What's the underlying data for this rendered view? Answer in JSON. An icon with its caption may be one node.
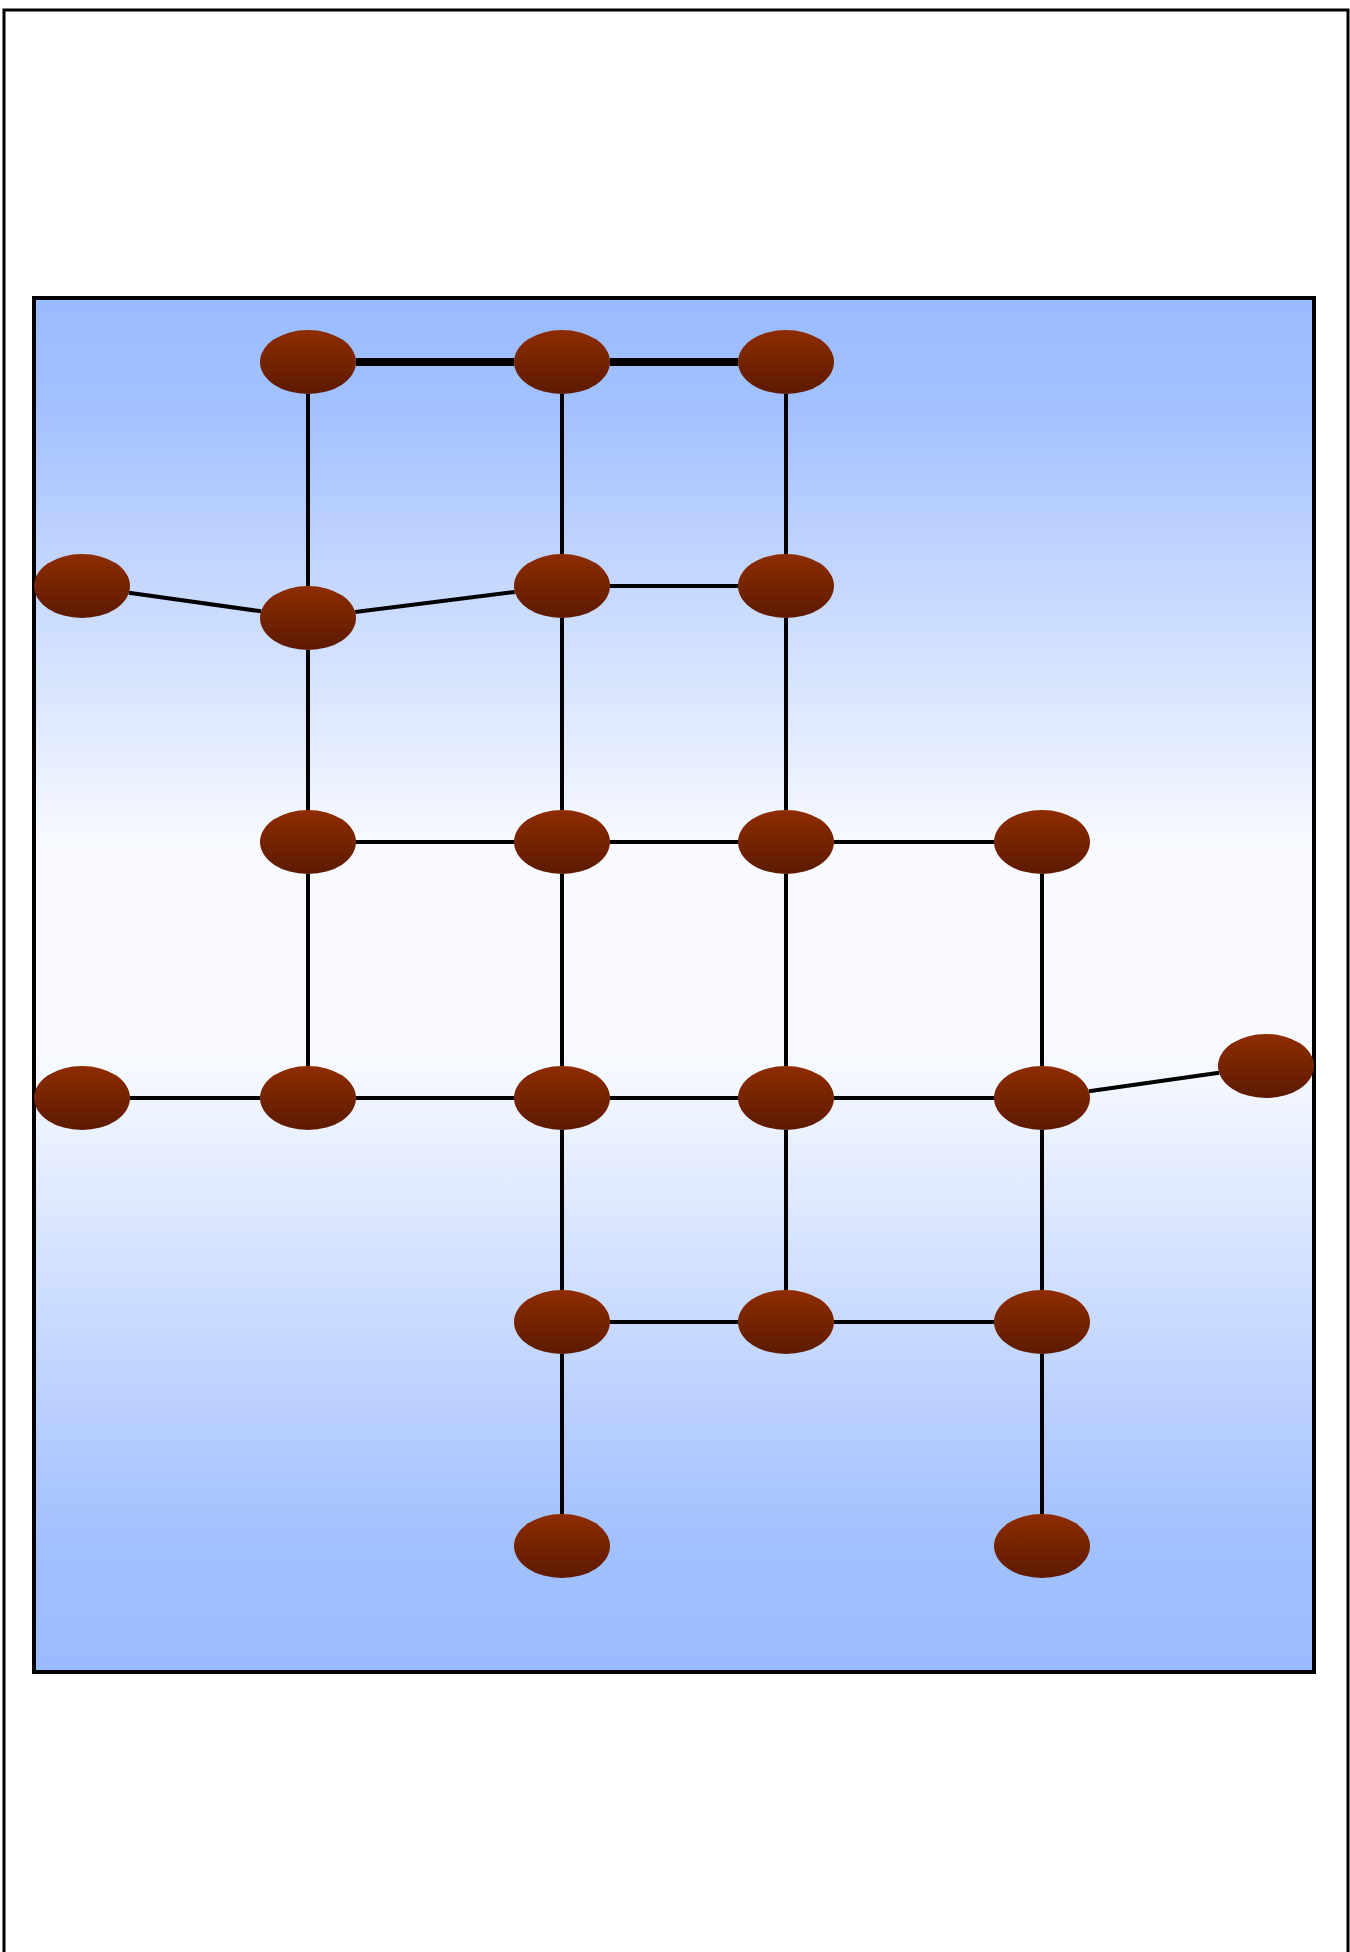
{
  "diagram": {
    "nodes": [
      {
        "text": [],
        "shape": "ellipse"
      },
      {
        "text": [],
        "shape": "ellipse"
      },
      {
        "text": [],
        "shape": "ellipse"
      },
      {
        "text": [],
        "shape": "ellipse"
      },
      {
        "text": [],
        "shape": "ellipse"
      },
      {
        "text": [],
        "shape": "ellipse"
      },
      {
        "text": [],
        "shape": "ellipse"
      },
      {
        "text": [],
        "shape": "ellipse"
      },
      {
        "text": [],
        "shape": "ellipse"
      },
      {
        "text": [],
        "shape": "ellipse"
      },
      {
        "text": [],
        "shape": "ellipse"
      },
      {
        "text": [],
        "shape": "ellipse"
      },
      {
        "text": [],
        "shape": "ellipse"
      },
      {
        "text": [],
        "shape": "ellipse"
      },
      {
        "text": [],
        "shape": "ellipse"
      },
      {
        "text": [],
        "shape": "ellipse"
      },
      {
        "text": [],
        "shape": "ellipse"
      },
      {
        "text": [],
        "shape": "ellipse"
      },
      {
        "text": [],
        "shape": "ellipse"
      },
      {
        "text": [],
        "shape": "ellipse"
      },
      {
        "text": [],
        "shape": "ellipse"
      },
      {
        "text": [],
        "shape": "ellipse"
      }
    ],
    "edges": [
      {
        "from": 0,
        "to": 1,
        "arrow": "none",
        "style": "thick"
      },
      {
        "from": 1,
        "to": 2,
        "arrow": "none",
        "style": "thick"
      },
      {
        "from": 0,
        "to": 4,
        "arrow": "none"
      },
      {
        "from": 1,
        "to": 5,
        "arrow": "none"
      },
      {
        "from": 2,
        "to": 6,
        "arrow": "none"
      },
      {
        "from": 3,
        "to": 4,
        "arrow": "none"
      },
      {
        "from": 4,
        "to": 5,
        "arrow": "none"
      },
      {
        "from": 5,
        "to": 6,
        "arrow": "none"
      },
      {
        "from": 4,
        "to": 7,
        "arrow": "none"
      },
      {
        "from": 5,
        "to": 8,
        "arrow": "none"
      },
      {
        "from": 6,
        "to": 9,
        "arrow": "none"
      },
      {
        "from": 7,
        "to": 8,
        "arrow": "none"
      },
      {
        "from": 8,
        "to": 9,
        "arrow": "none"
      },
      {
        "from": 9,
        "to": 10,
        "arrow": "none"
      },
      {
        "from": 7,
        "to": 12,
        "arrow": "none"
      },
      {
        "from": 8,
        "to": 13,
        "arrow": "none"
      },
      {
        "from": 9,
        "to": 14,
        "arrow": "none"
      },
      {
        "from": 10,
        "to": 15,
        "arrow": "none"
      },
      {
        "from": 11,
        "to": 12,
        "arrow": "none"
      },
      {
        "from": 12,
        "to": 13,
        "arrow": "none"
      },
      {
        "from": 13,
        "to": 14,
        "arrow": "none"
      },
      {
        "from": 14,
        "to": 15,
        "arrow": "none"
      },
      {
        "from": 15,
        "to": 16,
        "arrow": "none"
      },
      {
        "from": 13,
        "to": 17,
        "arrow": "none"
      },
      {
        "from": 14,
        "to": 18,
        "arrow": "none"
      },
      {
        "from": 15,
        "to": 19,
        "arrow": "none"
      },
      {
        "from": 17,
        "to": 18,
        "arrow": "none"
      },
      {
        "from": 18,
        "to": 19,
        "arrow": "none"
      },
      {
        "from": 17,
        "to": 20,
        "arrow": "none"
      },
      {
        "from": 19,
        "to": 21,
        "arrow": "none"
      }
    ]
  }
}
